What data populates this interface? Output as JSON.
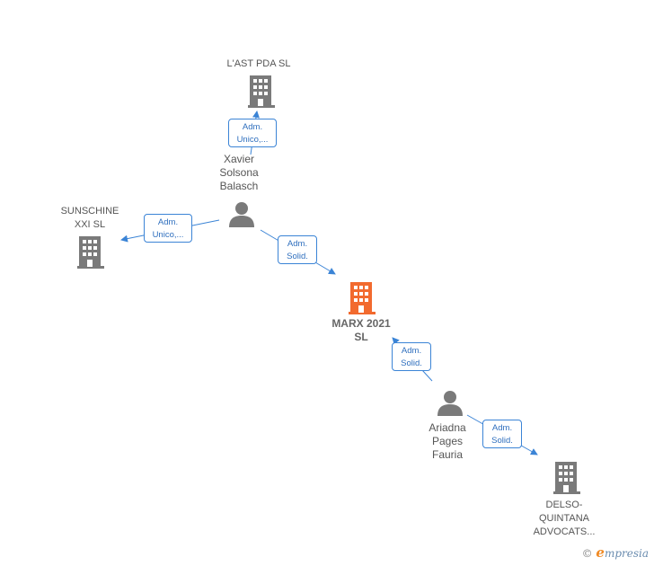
{
  "colors": {
    "edge": "#3b84d6",
    "node": "#7a7a7a",
    "focus": "#f26a2e"
  },
  "nodes": {
    "last_pda": {
      "label": "L'AST PDA  SL",
      "type": "company"
    },
    "xavier": {
      "label": "Xavier\nSolsona\nBalasch",
      "type": "person"
    },
    "sunschine": {
      "label": "SUNSCHINE\nXXI  SL",
      "type": "company"
    },
    "marx": {
      "label": "MARX 2021\nSL",
      "type": "company-focus"
    },
    "ariadna": {
      "label": "Ariadna\nPages\nFauria",
      "type": "person"
    },
    "delso": {
      "label": "DELSO-\nQUINTANA\nADVOCATS...",
      "type": "company"
    }
  },
  "relations": [
    {
      "id": "r1",
      "line1": "Adm.",
      "line2": "Unico,..."
    },
    {
      "id": "r2",
      "line1": "Adm.",
      "line2": "Unico,..."
    },
    {
      "id": "r3",
      "line1": "Adm.",
      "line2": "Solid."
    },
    {
      "id": "r4",
      "line1": "Adm.",
      "line2": "Solid."
    },
    {
      "id": "r5",
      "line1": "Adm.",
      "line2": "Solid."
    }
  ],
  "brand": {
    "copyright": "©",
    "e": "e",
    "rest": "mpresia"
  }
}
